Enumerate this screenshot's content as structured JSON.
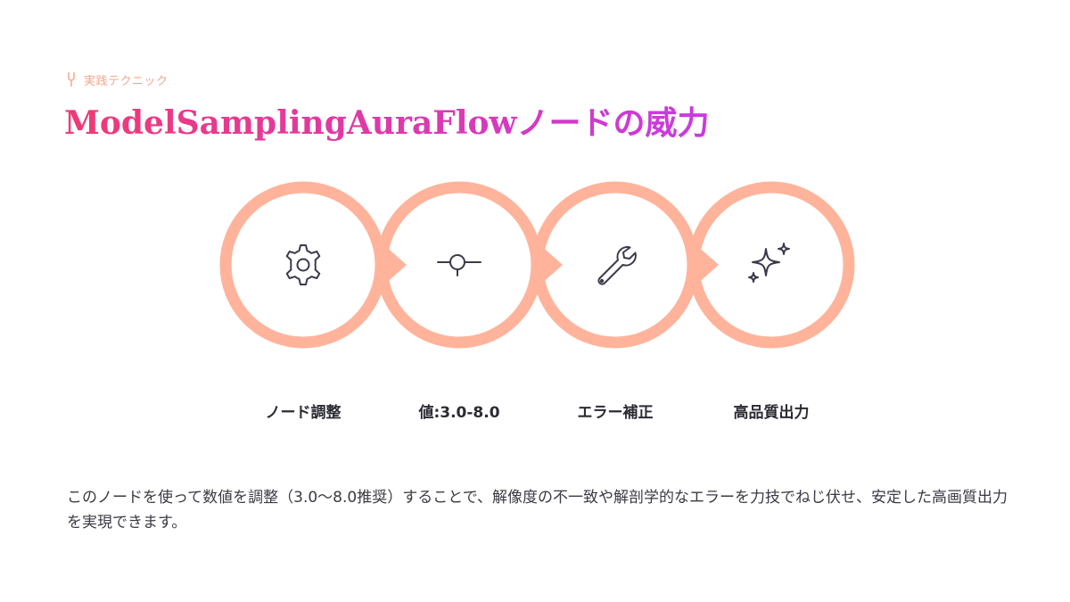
{
  "eyebrow": {
    "icon": "tuning-fork-icon",
    "label": "実践テクニック"
  },
  "title": "ModelSamplingAuraFlowノードの威力",
  "steps": [
    {
      "icon": "gear-icon",
      "label": "ノード調整"
    },
    {
      "icon": "slider-knob-icon",
      "label": "値:3.0-8.0"
    },
    {
      "icon": "wrench-icon",
      "label": "エラー補正"
    },
    {
      "icon": "sparkles-icon",
      "label": "高品質出力"
    }
  ],
  "description": "このノードを使って数値を調整（3.0〜8.0推奨）することで、解像度の不一致や解剖学的なエラーを力技でねじ伏せ、安定した高画質出力を実現できます。",
  "colors": {
    "eyebrow": "#f2a78e",
    "title_gradient_start": "#f03a74",
    "title_gradient_end": "#c93ae2",
    "ring": "#ffb39b",
    "icon_stroke": "#3b3a4a",
    "text": "#2b2b33"
  }
}
